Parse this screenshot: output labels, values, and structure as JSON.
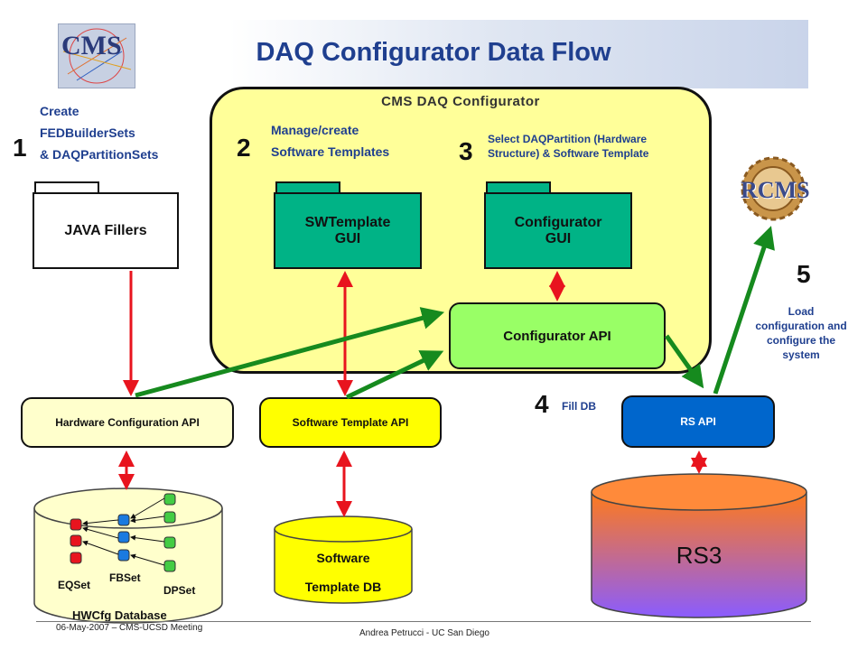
{
  "title": "DAQ Configurator Data Flow",
  "logo_text": "CMS",
  "rcms_logo_text": "RCMS",
  "configurator_box_title": "CMS DAQ Configurator",
  "steps": {
    "s1": {
      "number": "1",
      "lines": [
        "Create",
        "FEDBuilderSets",
        "& DAQPartitionSets"
      ]
    },
    "s2": {
      "number": "2",
      "lines": [
        "Manage/create",
        "Software Templates"
      ]
    },
    "s3": {
      "number": "3",
      "lines": [
        "Select DAQPartition (Hardware",
        "Structure) & Software Template"
      ]
    },
    "s4": {
      "number": "4",
      "label": "Fill DB"
    },
    "s5": {
      "number": "5",
      "lines": [
        "Load",
        "configuration and",
        "configure the",
        "system"
      ]
    }
  },
  "boxes": {
    "java_fillers": "JAVA Fillers",
    "swtemplate_gui": [
      "SWTemplate",
      "GUI"
    ],
    "configurator_gui": [
      "Configurator",
      "GUI"
    ],
    "configurator_api": "Configurator API",
    "hw_config_api": "Hardware Configuration  API",
    "sw_template_api": "Software Template API",
    "rs_api": "RS API"
  },
  "databases": {
    "hwcfg": {
      "label": "HWCfg Database",
      "eqset": "EQSet",
      "fbset": "FBSet",
      "dpset": "DPSet"
    },
    "swtemplate": [
      "Software",
      "Template  DB"
    ],
    "rs3": "RS3"
  },
  "footer": {
    "left": "06-May-2007 – CMS-UCSD Meeting",
    "center": "Andrea Petrucci - UC San Diego"
  },
  "colors": {
    "title": "#1f3f8f",
    "configurator_bg": "#ffff99",
    "gui_green": "#00b386",
    "api_green": "#99ff66",
    "hw_api_bg": "#ffffcc",
    "sw_api_bg": "#ffff00",
    "rs_api_bg": "#0066cc",
    "arrow_red": "#e8141e",
    "arrow_green": "#168a1e"
  }
}
